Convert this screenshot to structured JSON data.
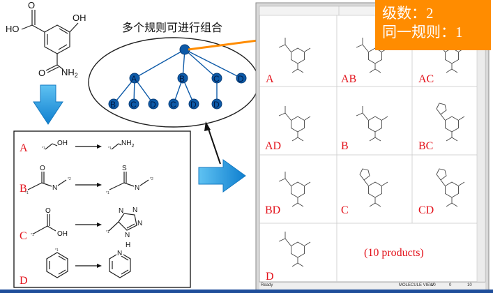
{
  "title_cn": "多个规则可进行组合",
  "main_molecule": {
    "oh_left": "HO",
    "o_top": "O",
    "oh_right": "OH",
    "o_bottom": "O",
    "nh2": "NH",
    "nh2_sub": "2"
  },
  "tree": {
    "level1": [
      "A",
      "B",
      "C",
      "D"
    ],
    "under_A": [
      "B",
      "C",
      "D"
    ],
    "under_B": [
      "C",
      "D"
    ],
    "under_C": [
      "D"
    ]
  },
  "rules": [
    {
      "label": "A",
      "from": "OH",
      "to": "NH",
      "to_sub": "2"
    },
    {
      "label": "B",
      "from_o": "O",
      "from_n": "N",
      "to_s": "S",
      "to_n": "N"
    },
    {
      "label": "C",
      "from_o": "O",
      "from_oh": "OH",
      "tetrazole_n": [
        "N",
        "N",
        "N",
        "N"
      ],
      "tetrazole_h": "H"
    },
    {
      "label": "D",
      "pyridine_n": "N"
    }
  ],
  "products": {
    "labels": [
      "A",
      "AB",
      "AC",
      "AD",
      "B",
      "BC",
      "BD",
      "C",
      "CD",
      "D"
    ],
    "summary": "(10 products)"
  },
  "overlay": {
    "level_line": "级数：2",
    "rule_line": "同一规则：1"
  },
  "status_bar": {
    "left": "Ready",
    "right": "MOLECULE VIEW",
    "v1": "10",
    "v2": "0",
    "v3": "10"
  },
  "colors": {
    "accent_orange": "#ff8c00",
    "label_red": "#e3121b",
    "arrow_blue": "#1a95d8",
    "node_blue": "#0d5aa8"
  }
}
